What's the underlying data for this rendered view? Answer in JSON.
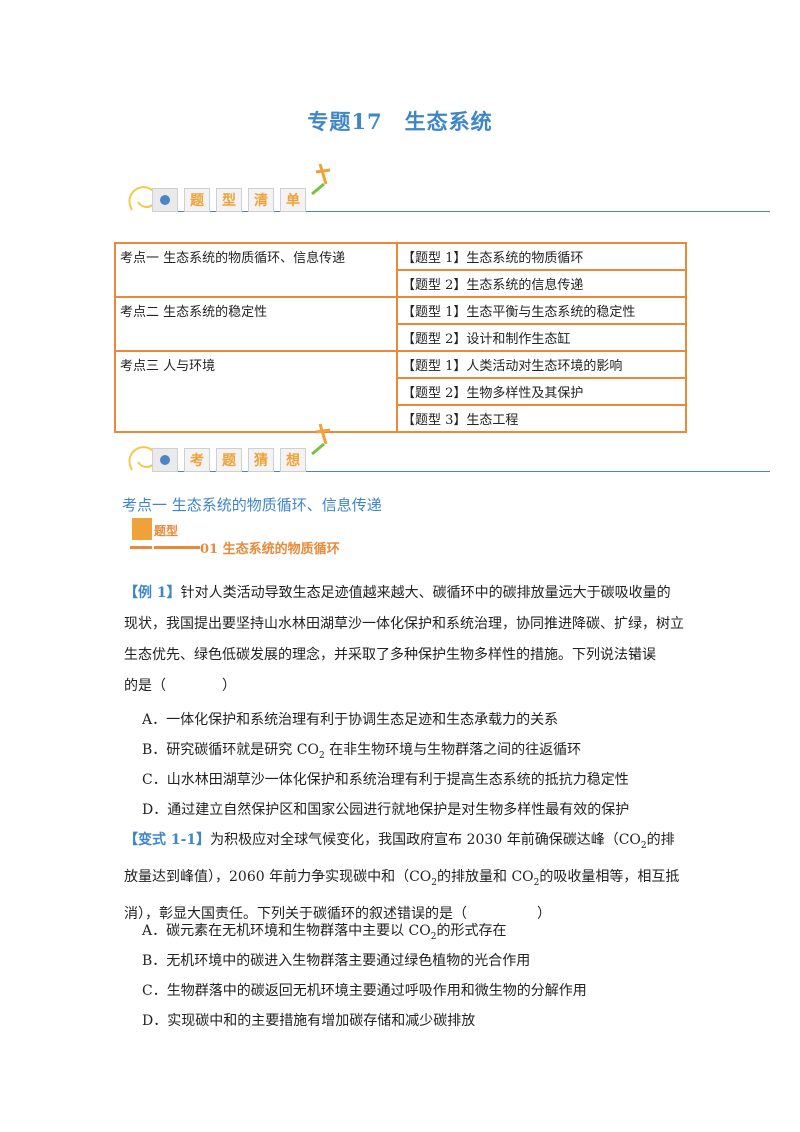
{
  "title": "专题17　生态系统",
  "banner1": {
    "chars": [
      "题",
      "型",
      "清",
      "单"
    ]
  },
  "banner2": {
    "chars": [
      "考",
      "题",
      "猜",
      "想"
    ]
  },
  "topics": [
    {
      "point": "考点一  生态系统的物质循环、信息传递",
      "types": [
        "【题型 1】生态系统的物质循环",
        "【题型 2】生态系统的信息传递"
      ]
    },
    {
      "point": "考点二  生态系统的稳定性",
      "types": [
        "【题型 1】生态平衡与生态系统的稳定性",
        "【题型 2】设计和制作生态缸"
      ]
    },
    {
      "point": "考点三  人与环境",
      "types": [
        "【题型 1】人类活动对生态环境的影响",
        "【题型 2】生物多样性及其保护",
        "【题型 3】生态工程"
      ]
    }
  ],
  "section1": "考点一  生态系统的物质循环、信息传递",
  "qtype": {
    "label": "题型",
    "num": "01",
    "name": "生态系统的物质循环"
  },
  "example1": {
    "tag": "【例 1】",
    "text1": "针对人类活动导致生态足迹值越来越大、碳循环中的碳排放量远大于碳吸收量的现状，我国提出要坚持山水林田湖草沙一体化保护和系统治理，协同推进降碳、扩绿，树立生态优先、绿色低碳发展的理念，并采取了多种保护生物多样性的措施。下列说法",
    "emph1": "错",
    "emph2": "误",
    "text2": "的是（　　　　）",
    "options": {
      "a": "A．一体化保护和系统治理有利于协调生态足迹和生态承载力的关系",
      "b_pre": "B．研究碳循环就是研究 CO",
      "b_sub": "2",
      "b_post": " 在非生物环境与生物群落之间的往返循环",
      "c": "C．山水林田湖草沙一体化保护和系统治理有利于提高生态系统的抵抗力稳定性",
      "d": "D．通过建立自然保护区和国家公园进行就地保护是对生物多样性最有效的保护"
    }
  },
  "variant1": {
    "tag": "【变式 1-1】",
    "t1": "为积极应对全球气候变化，我国政府宣布 2030 年前确保碳达峰（CO",
    "t2": "的排放量达到峰值），2060 年前力争实现碳中和（CO",
    "t3": "的排放量和 CO",
    "t4": "的吸收量相等，相互抵消），彰显大国责任。下列关于碳循环的叙述错误的是（　　　　　）",
    "sub": "2",
    "options": {
      "a_pre": "A．碳元素在无机环境和生物群落中主要以 CO",
      "a_post": "的形式存在",
      "b": "B．无机环境中的碳进入生物群落主要通过绿色植物的光合作用",
      "c": "C．生物群落中的碳返回无机环境主要通过呼吸作用和微生物的分解作用",
      "d": "D．实现碳中和的主要措施有增加碳存储和减少碳排放"
    }
  }
}
